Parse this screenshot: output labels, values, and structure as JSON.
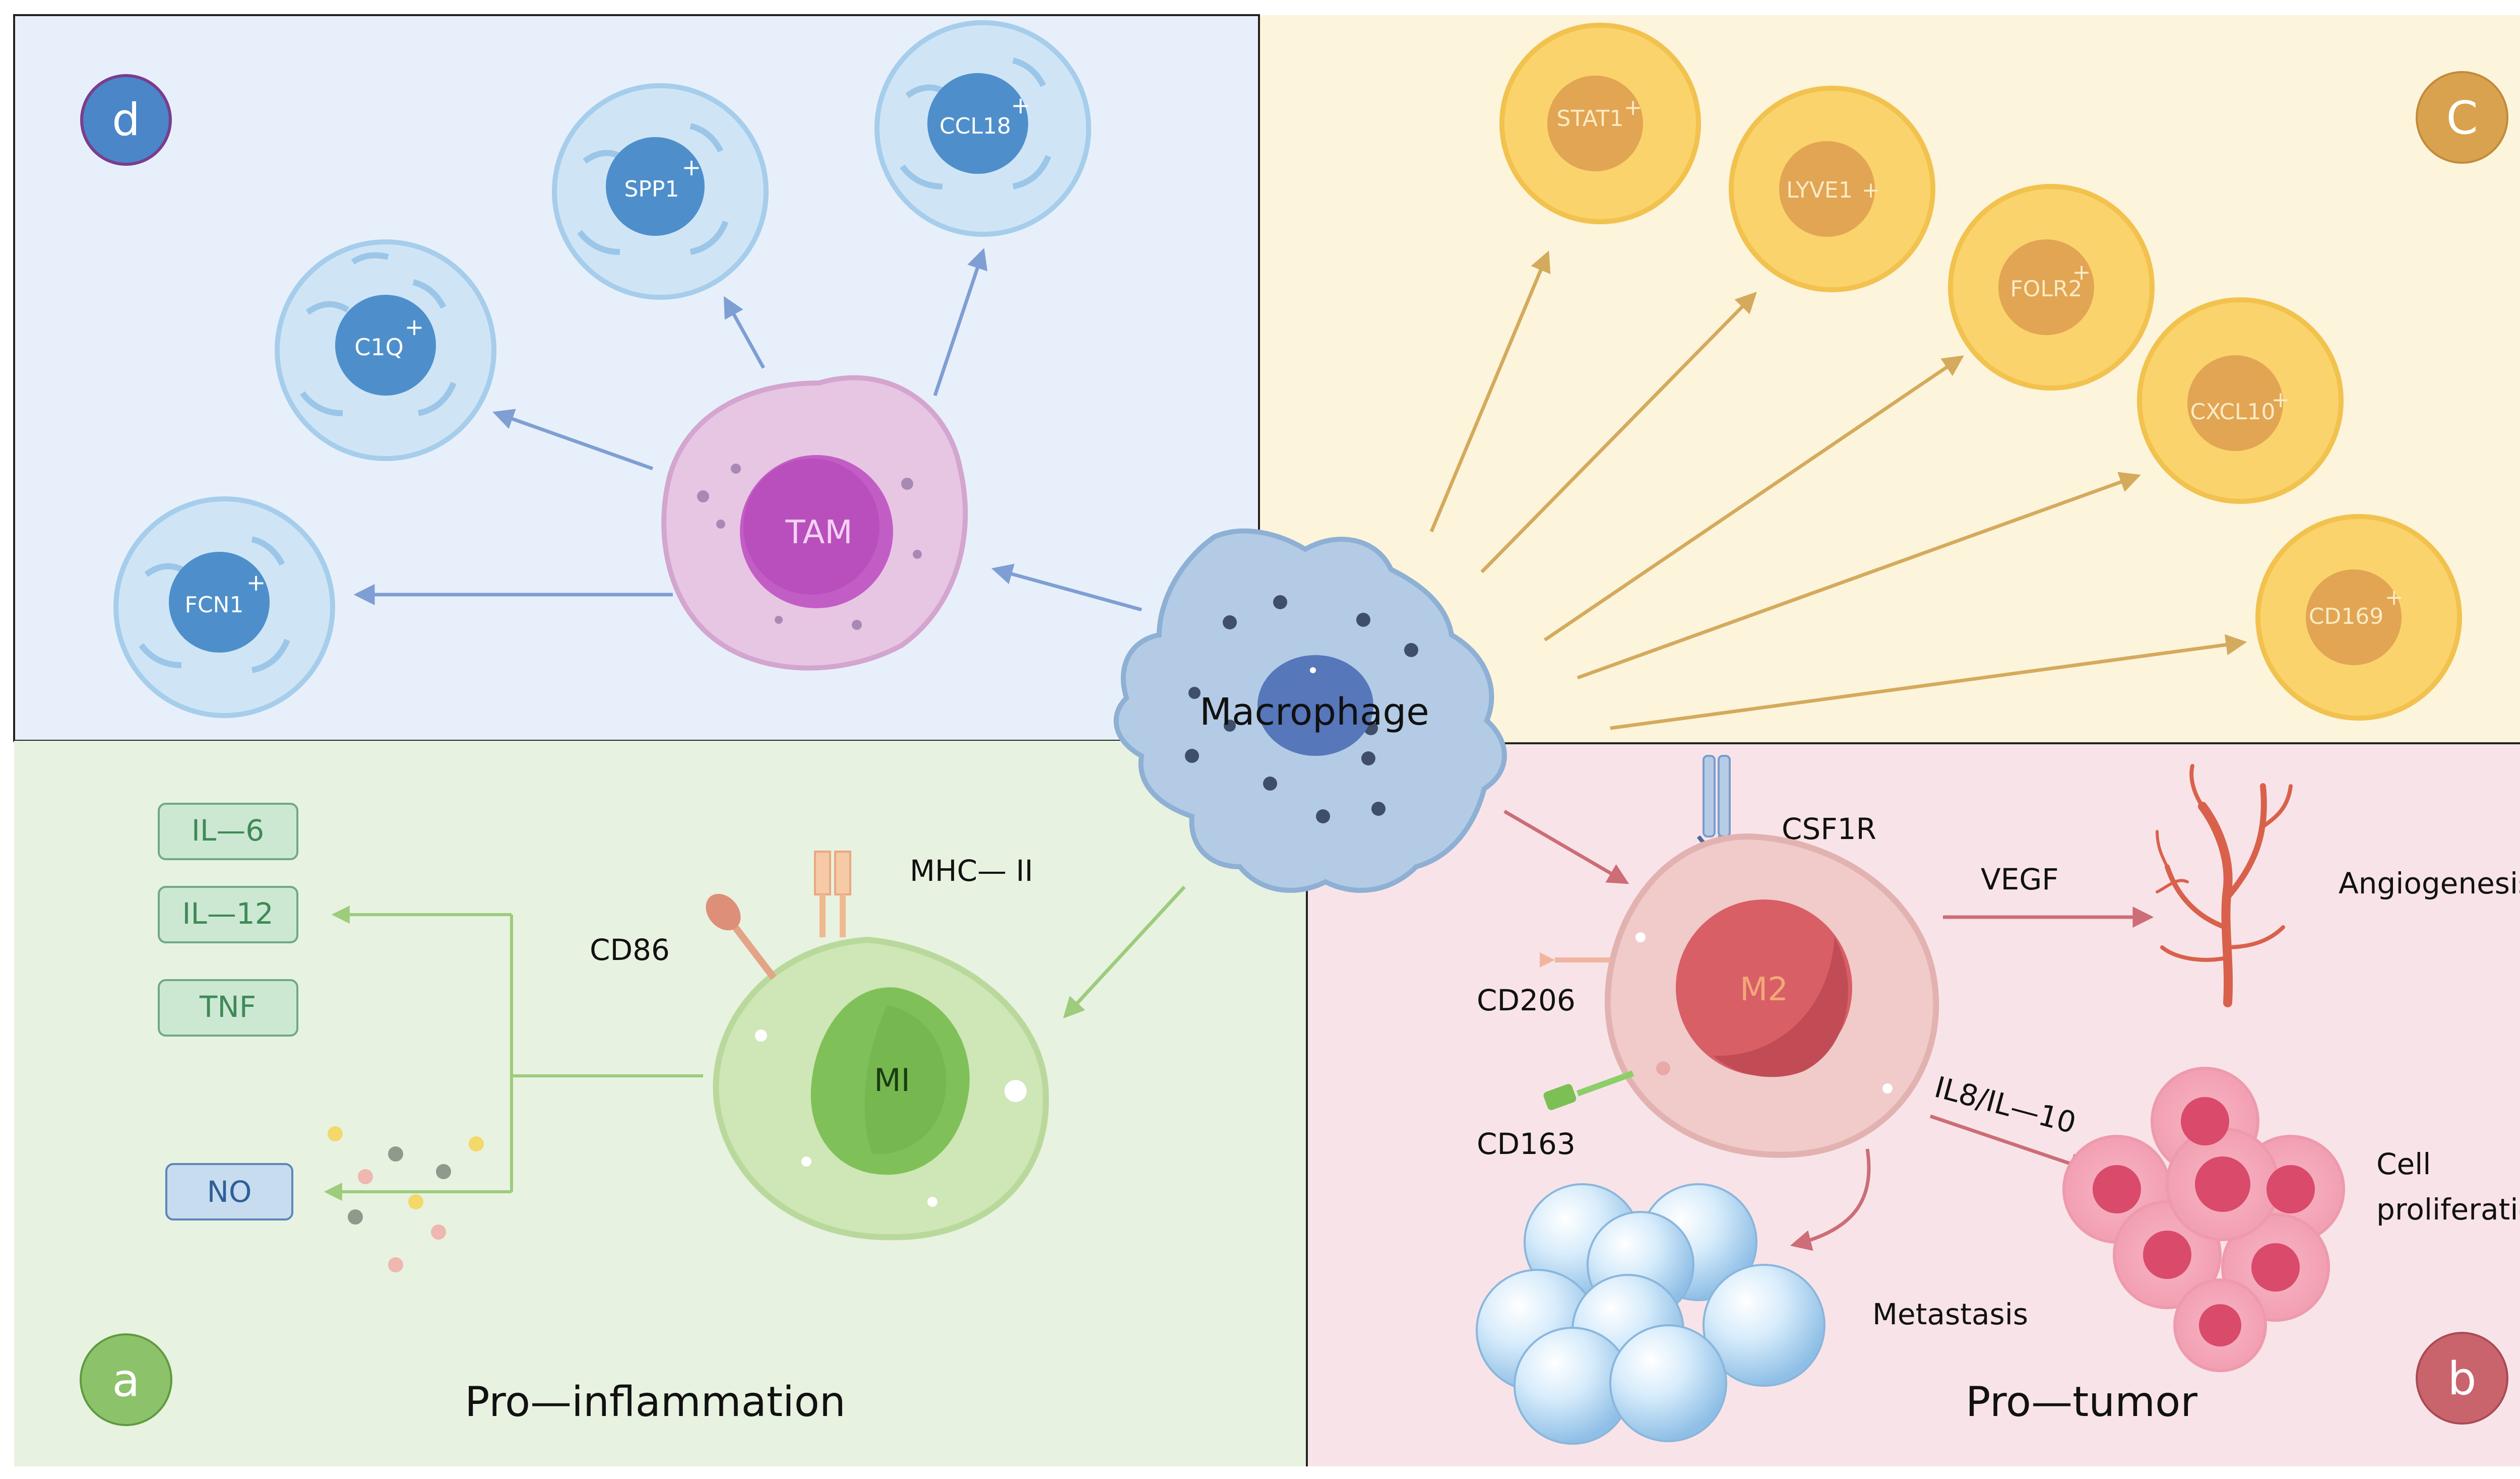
{
  "panels": {
    "d": {
      "badge": "d",
      "color": "#e7f0fa",
      "badge_color": "#4a86c8"
    },
    "c": {
      "badge": "C",
      "color": "#fdf4dc",
      "badge_color": "#d9a24e"
    },
    "a": {
      "badge": "a",
      "color": "#e8f2e0",
      "badge_color": "#8cc26a",
      "title": "Pro—inflammation"
    },
    "b": {
      "badge": "b",
      "color": "#f8e4e8",
      "badge_color": "#c9646c",
      "title": "Pro—tumor"
    }
  },
  "center": {
    "label": "Macrophage"
  },
  "tam": {
    "label": "TAM",
    "subtypes": [
      {
        "name": "C1Q",
        "sup": "+"
      },
      {
        "name": "SPP1",
        "sup": "+"
      },
      {
        "name": "CCL18",
        "sup": "+"
      },
      {
        "name": "FCN1",
        "sup": "+"
      }
    ]
  },
  "yellow_subtypes": [
    {
      "name": "STAT1",
      "sup": "+"
    },
    {
      "name": "LYVE1",
      "sup": "+"
    },
    {
      "name": "FOLR2",
      "sup": "+"
    },
    {
      "name": "CXCL10",
      "sup": "+"
    },
    {
      "name": "CD169",
      "sup": "+"
    }
  ],
  "m1": {
    "label": "MI",
    "receptors": {
      "cd86": "CD86",
      "mhc": "MHC— II"
    },
    "outputs": [
      "IL—6",
      "IL—12",
      "TNF"
    ],
    "no": "NO"
  },
  "m2": {
    "label": "M2",
    "receptors": {
      "csf1r": "CSF1R",
      "cd206": "CD206",
      "cd163": "CD163"
    },
    "vegf": "VEGF",
    "il": "IL8/IL—10",
    "angiogenesis": "Angiogenesis",
    "cell_prolif_1": "Cell",
    "cell_prolif_2": "proliferation",
    "metastasis": "Metastasis"
  }
}
